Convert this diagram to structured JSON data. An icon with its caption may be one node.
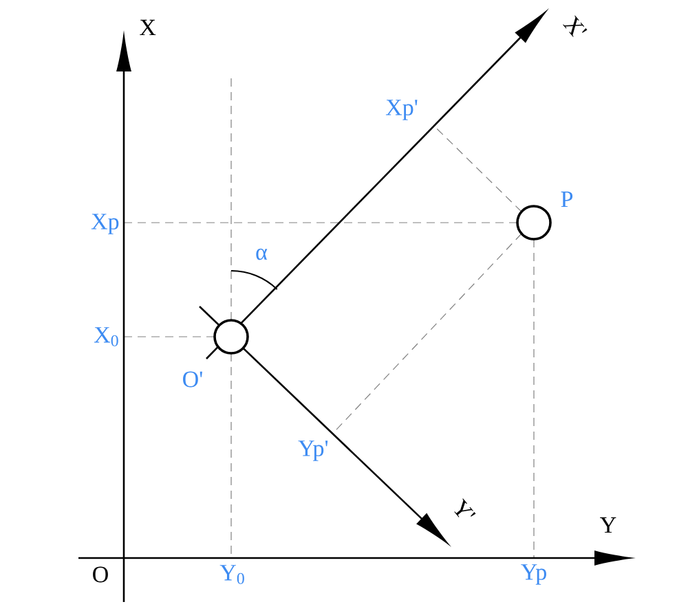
{
  "diagram": {
    "nodes": [
      {
        "text": [],
        "shape": "circle",
        "beside": [
          "O'"
        ]
      },
      {
        "text": [],
        "shape": "circle",
        "beside": [
          "P"
        ]
      }
    ],
    "labels": [
      "X",
      "X'",
      "Xp'",
      "Xp",
      "α",
      "X$_{0}$",
      "Yp'",
      "Y'",
      "Y",
      "O",
      "Y$_{0}$",
      "Yp"
    ]
  }
}
